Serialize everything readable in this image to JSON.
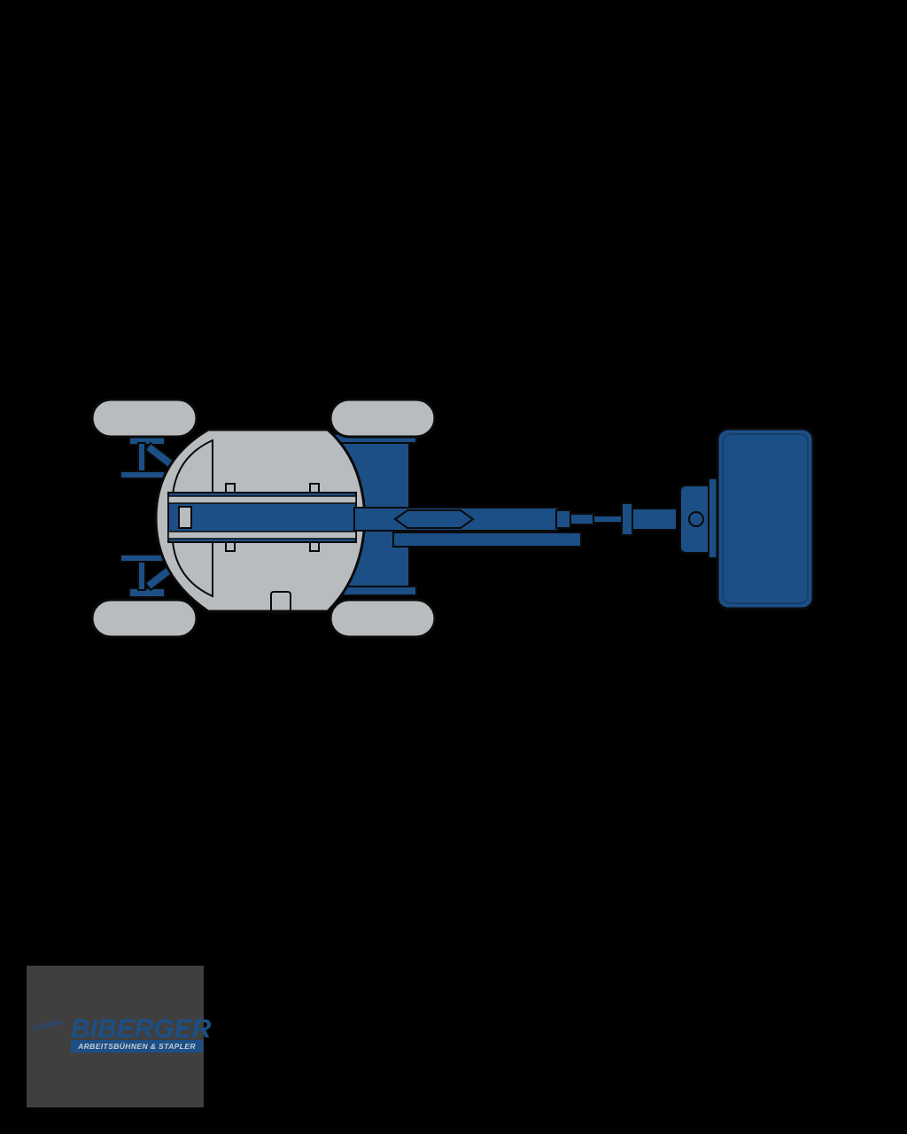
{
  "logo": {
    "badge_text": "SYSTEM",
    "wordmark": "BIBERGER",
    "tagline": "ARBEITSBÜHNEN & STAPLER"
  },
  "colors": {
    "background": "#000000",
    "machine_blue": "#1c4f86",
    "tire_gray": "#b9bcbf",
    "outline": "#0a0a0a",
    "logo_box": "#3f3f3f"
  }
}
